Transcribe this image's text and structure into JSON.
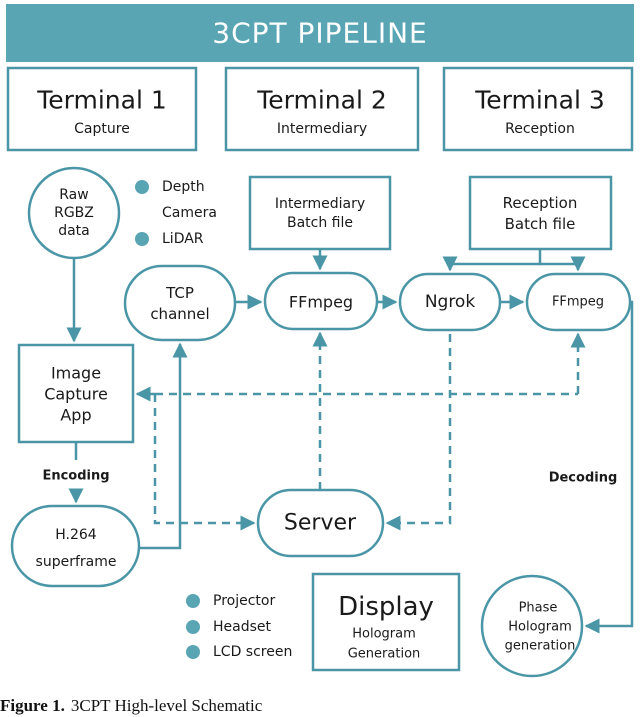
{
  "header": {
    "title": "3CPT PIPELINE"
  },
  "terminals": [
    {
      "title": "Terminal 1",
      "subtitle": "Capture"
    },
    {
      "title": "Terminal 2",
      "subtitle": "Intermediary"
    },
    {
      "title": "Terminal 3",
      "subtitle": "Reception"
    }
  ],
  "nodes": {
    "raw_data": [
      "Raw",
      "RGBZ",
      "data"
    ],
    "tcp": [
      "TCP",
      "channel"
    ],
    "intermediary_batch": [
      "Intermediary",
      "Batch file"
    ],
    "reception_batch": [
      "Reception",
      "Batch file"
    ],
    "ffmpeg1": "FFmpeg",
    "ngrok": "Ngrok",
    "ffmpeg2": "FFmpeg",
    "image_capture": [
      "Image",
      "Capture",
      "App"
    ],
    "h264": [
      "H.264",
      "superframe"
    ],
    "server": "Server",
    "display": {
      "title": "Display",
      "sub": [
        "Hologram",
        "Generation"
      ]
    },
    "phase": [
      "Phase",
      "Hologram",
      "generation"
    ]
  },
  "edge_labels": {
    "encoding": "Encoding",
    "decoding": "Decoding"
  },
  "sensor_legend": [
    "Depth",
    "Camera",
    "LiDAR"
  ],
  "display_legend": [
    "Projector",
    "Headset",
    "LCD screen"
  ],
  "colors": {
    "accent": "#4a96a6",
    "header_bg": "#5aa5b4",
    "header_text": "#ffffff"
  },
  "caption": {
    "label": "Figure 1.",
    "text": "3CPT High-level Schematic"
  }
}
